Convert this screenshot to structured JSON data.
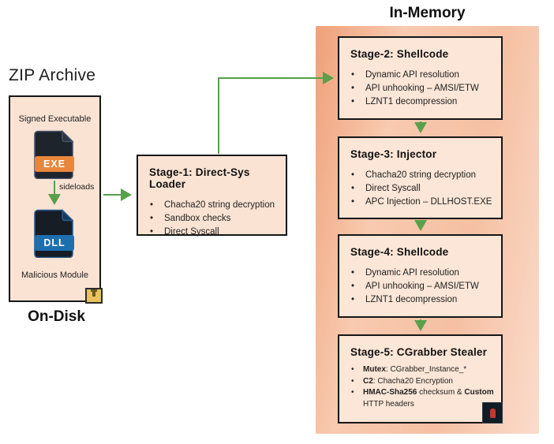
{
  "titles": {
    "zip_archive": "ZIP Archive",
    "in_memory": "In-Memory",
    "on_disk": "On-Disk"
  },
  "ondisk": {
    "signed_executable_label": "Signed Executable",
    "exe_badge": "EXE",
    "sideloads_label": "sideloads",
    "dll_badge": "DLL",
    "malicious_module_label": "Malicious Module"
  },
  "stages": {
    "stage1": {
      "title": "Stage-1: Direct-Sys Loader",
      "bullets": [
        "Chacha20 string decryption",
        "Sandbox checks",
        "Direct Syscall"
      ]
    },
    "stage2": {
      "title": "Stage-2: Shellcode",
      "bullets": [
        "Dynamic API resolution",
        "API unhooking – AMSI/ETW",
        "LZNT1 decompression"
      ]
    },
    "stage3": {
      "title": "Stage-3: Injector",
      "bullets": [
        "Chacha20 string decryption",
        "Direct Syscall",
        "APC Injection – DLLHOST.EXE"
      ]
    },
    "stage4": {
      "title": "Stage-4: Shellcode",
      "bullets": [
        "Dynamic API resolution",
        "API unhooking – AMSI/ETW",
        "LZNT1 decompression"
      ]
    },
    "stage5": {
      "title": "Stage-5: CGrabber Stealer",
      "bullets": [
        [
          {
            "text": "Mutex",
            "bold": true
          },
          {
            "text": ": CGrabber_Instance_*"
          }
        ],
        [
          {
            "text": "C2",
            "bold": true
          },
          {
            "text": ": Chacha20 Encryption"
          }
        ],
        [
          {
            "text": "HMAC-Sha256",
            "bold": true
          },
          {
            "text": " checksum & "
          },
          {
            "text": "Custom",
            "bold": true
          },
          {
            "text": " HTTP headers"
          }
        ]
      ]
    }
  },
  "icons": {
    "exe_file": "exe-file-icon",
    "dll_file": "dll-file-icon",
    "zip_archive": "zip-archive-icon",
    "vendor_logo": "vendor-logo-icon"
  },
  "colors": {
    "arrow_green": "#58a04b",
    "box_fill": "#fbe3d3",
    "stage_fill": "#fce6d7",
    "box_border": "#161616",
    "exe_badge": "#e8873b",
    "dll_badge": "#1d6fae",
    "zip_icon_gold": "#e9c25f",
    "memory_gradient_start": "#efa078",
    "memory_gradient_end": "#fbdccb",
    "logo_bg": "#101c26",
    "logo_glyph_red": "#c03a2b"
  }
}
